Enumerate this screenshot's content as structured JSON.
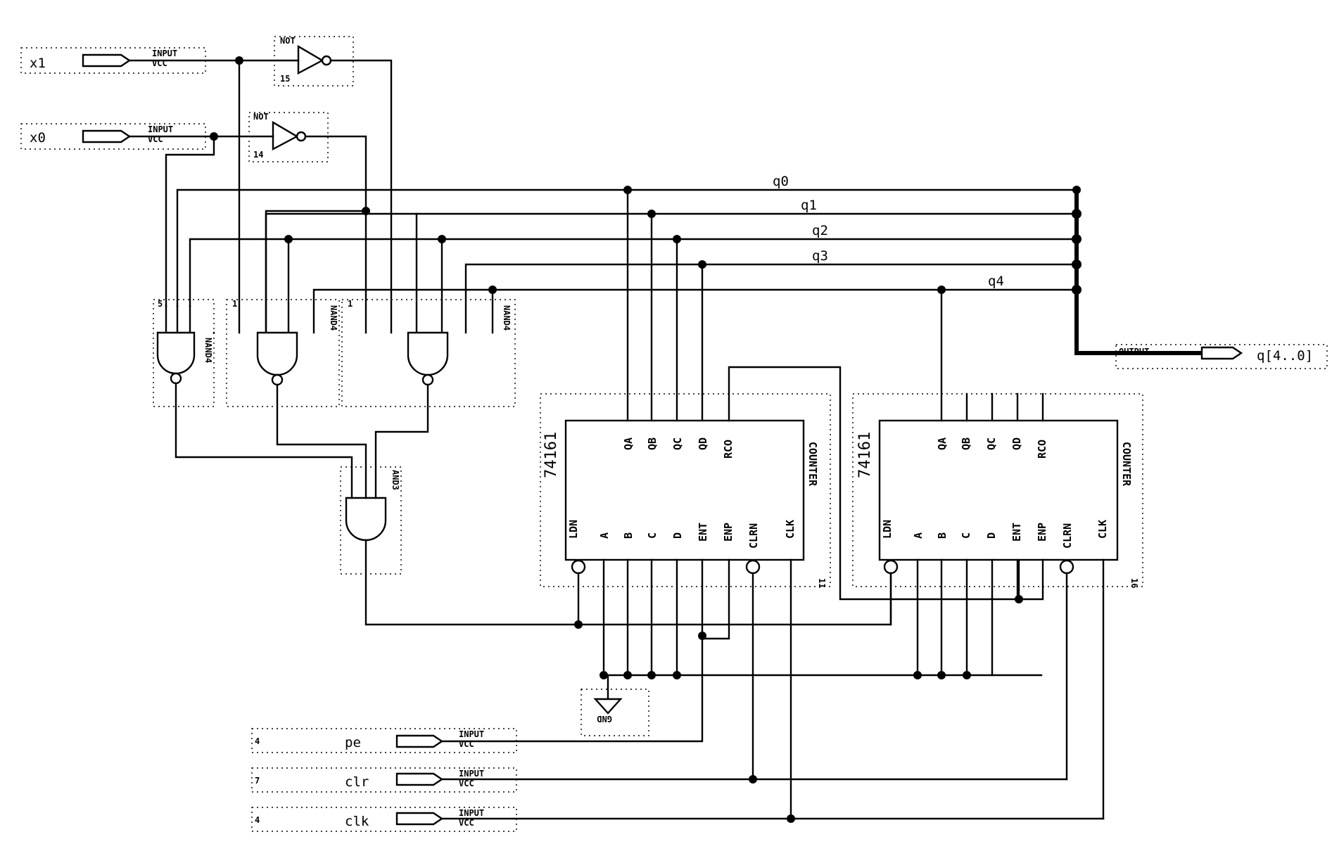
{
  "inputs": {
    "x1": {
      "name": "x1",
      "t1": "INPUT",
      "t2": "VCC"
    },
    "x0": {
      "name": "x0",
      "t1": "INPUT",
      "t2": "VCC"
    },
    "pe": {
      "name": "pe",
      "t1": "INPUT",
      "t2": "VCC"
    },
    "clr": {
      "name": "clr",
      "t1": "INPUT",
      "t2": "VCC"
    },
    "clk": {
      "name": "clk",
      "t1": "INPUT",
      "t2": "VCC"
    }
  },
  "output": {
    "name": "q[4..0]",
    "label": "OUTPUT"
  },
  "nets": [
    "q0",
    "q1",
    "q2",
    "q3",
    "q4"
  ],
  "inverters": {
    "label": "NOT"
  },
  "gates": {
    "g1": "NAND4",
    "g2": "NAND4",
    "g3": "NAND4",
    "g4": "AND3"
  },
  "counters": {
    "c1": {
      "part": "74161",
      "type": "COUNTER",
      "inst": "11",
      "top_pins": [
        "QA",
        "QB",
        "QC",
        "QD",
        "RCO"
      ],
      "bottom_pins": [
        "LDN",
        "A",
        "B",
        "C",
        "D",
        "ENT",
        "ENP",
        "CLRN",
        "CLK"
      ]
    },
    "c2": {
      "part": "74161",
      "type": "COUNTER",
      "inst": "16",
      "top_pins": [
        "QA",
        "QB",
        "QC",
        "QD",
        "RCO"
      ],
      "bottom_pins": [
        "LDN",
        "A",
        "B",
        "C",
        "D",
        "ENT",
        "ENP",
        "CLRN",
        "CLK"
      ]
    }
  },
  "ground": {
    "label": "GND"
  }
}
